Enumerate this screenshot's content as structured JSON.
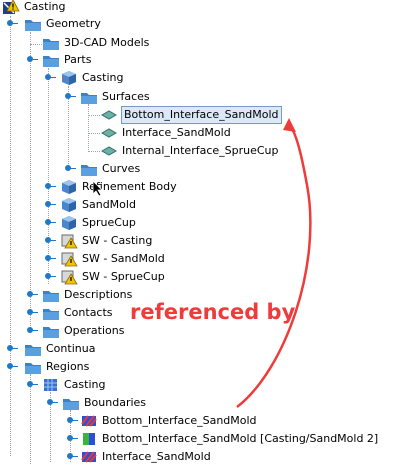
{
  "tree": {
    "root": "Casting",
    "geometry": "Geometry",
    "cad_models": "3D-CAD Models",
    "parts": "Parts",
    "casting_part": "Casting",
    "surfaces": "Surfaces",
    "surface_items": [
      "Bottom_Interface_SandMold",
      "Interface_SandMold",
      "Internal_Interface_SprueCup"
    ],
    "curves": "Curves",
    "refinement_body": "Refinement Body",
    "sandmold": "SandMold",
    "spruecup": "SprueCup",
    "sw_casting": "SW - Casting",
    "sw_sandmold": "SW - SandMold",
    "sw_spruecup": "SW - SprueCup",
    "descriptions": "Descriptions",
    "contacts": "Contacts",
    "operations": "Operations",
    "continua": "Continua",
    "regions": "Regions",
    "region_casting": "Casting",
    "boundaries": "Boundaries",
    "boundary_items": [
      "Bottom_Interface_SandMold",
      "Bottom_Interface_SandMold [Casting/SandMold 2]",
      "Interface_SandMold"
    ]
  },
  "annotation": {
    "text": "referenced by"
  },
  "colors": {
    "folder": "#3c82c8",
    "annotation": "#ee3b3b",
    "warning": "#f2c300"
  }
}
